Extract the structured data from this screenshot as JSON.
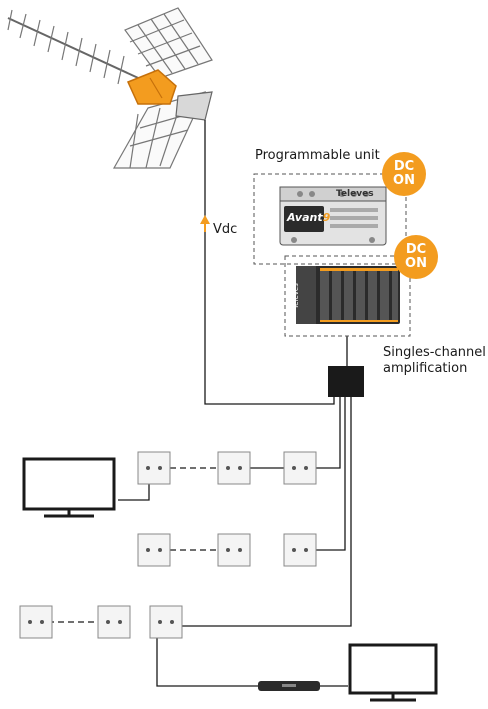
{
  "labels": {
    "programmable_unit": "Programmable unit",
    "singles_channel_line1": "Singles-channel",
    "singles_channel_line2": "amplification",
    "vdc": "Vdc"
  },
  "badges": [
    {
      "line1": "DC",
      "line2": "ON"
    },
    {
      "line1": "DC",
      "line2": "ON"
    }
  ],
  "devices": {
    "programmable_brand": "Televes",
    "programmable_model": "Avant",
    "programmable_model_number": "9",
    "amplifier_brand": "Televes"
  },
  "colors": {
    "accent": "#f39c1f",
    "line": "#1a1a1a",
    "device_dark": "#2b2b2b",
    "outlet_fill": "#f4f4f4"
  },
  "icons": [
    "antenna-icon",
    "arrow-up-icon",
    "tv-icon",
    "set-top-box-icon",
    "wall-outlet-icon"
  ]
}
